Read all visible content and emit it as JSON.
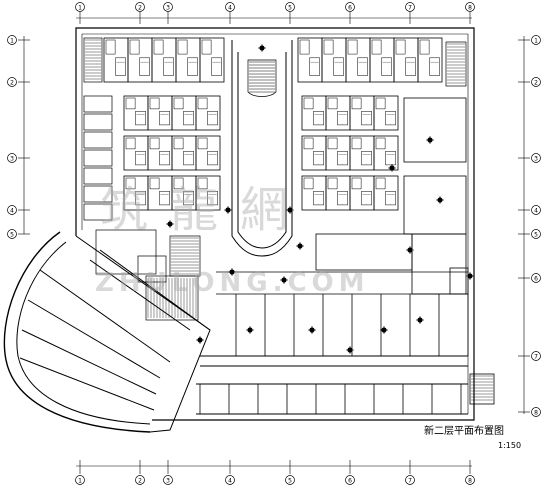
{
  "drawing": {
    "title": "新二层平面布置图",
    "scale": "1:150"
  },
  "grid": {
    "column_labels": [
      "1",
      "2",
      "3",
      "4",
      "5",
      "6",
      "7",
      "8"
    ],
    "row_labels": [
      "1",
      "2",
      "3",
      "4",
      "5",
      "6",
      "7",
      "8"
    ]
  },
  "watermark": {
    "chinese": "筑龍網",
    "latin": "ZHULONG.COM"
  },
  "colors": {
    "line": "#000000",
    "background": "#ffffff",
    "watermark": "#aaaaaa"
  }
}
